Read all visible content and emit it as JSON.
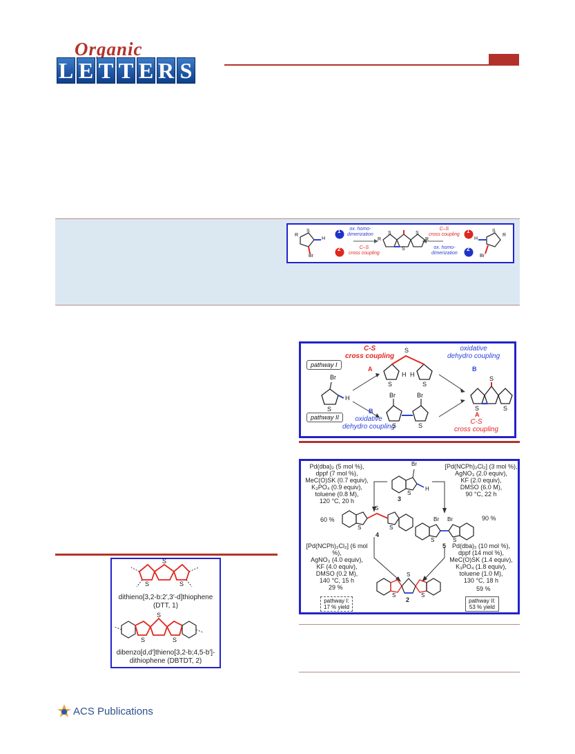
{
  "header": {
    "logo_script": "Organic",
    "logo_letters": [
      "L",
      "E",
      "T",
      "T",
      "E",
      "R",
      "S"
    ]
  },
  "toc_graphic": {
    "label_1": "1",
    "label_2": "2",
    "ox_homo": "ox. homo-",
    "dimerization": "dimerization",
    "cs": "C–S",
    "cross_coupling": "cross coupling",
    "atom_s": "S",
    "atom_h": "H",
    "atom_br": "Br",
    "atom_r": "R"
  },
  "scheme1": {
    "pathway1": "pathway I",
    "pathway2": "pathway II",
    "cs_cross": "C-S",
    "cross_coupling": "cross coupling",
    "oxidative": "oxidative",
    "dehydro_coupling": "dehydro coupling",
    "A": "A",
    "B": "B",
    "atom_br": "Br",
    "atom_s": "S",
    "atom_h": "H"
  },
  "scheme2": {
    "cond_left_top": [
      "Pd(dba)₂ (5 mol %),",
      "dppf (7 mol %),",
      "MeC(O)SK (0.7 equiv),",
      "K₃PO₄ (0.9 equiv),",
      "toluene (0.8 M),",
      "120 °C, 20 h"
    ],
    "cond_right_top": [
      "[Pd(NCPh)₂Cl₂] (3 mol %),",
      "AgNO₃ (2.0 equiv),",
      "KF (2.0 equiv),",
      "DMSO (6.0 M),",
      "90 °C, 22 h"
    ],
    "cond_left_bottom": [
      "[Pd(NCPh)₂Cl₂] (6 mol %),",
      "AgNO₃ (4.0 equiv),",
      "KF (4.0 equiv),",
      "DMSO (0.2 M),",
      "140 °C, 15 h"
    ],
    "cond_right_bottom": [
      "Pd(dba)₂ (10 mol %),",
      "dppf (14 mol %),",
      "MeC(O)SK (1.4 equiv),",
      "K₃PO₄ (1.8 equiv),",
      "toluene (1.0 M),",
      "130 °C, 18 h"
    ],
    "yield_4": "60 %",
    "yield_5": "90 %",
    "yield_2a": "29 %",
    "yield_2b": "59 %",
    "num_3": "3",
    "num_4": "4",
    "num_5": "5",
    "num_2": "2",
    "pw1_line1": "pathway I:",
    "pw1_line2": "17 % yield",
    "pw2_line1": "pathway II:",
    "pw2_line2": "53 % yield",
    "atom_br": "Br",
    "atom_s": "S",
    "atom_h": "H"
  },
  "figure1": {
    "dtt_name": "dithieno[3,2-b:2′,3′-d]thiophene",
    "dtt_abbr": "(DTT, 1)",
    "dbtdt_name": "dibenzo[d,d′]thieno[3,2-b;4,5-b′]-",
    "dbtdt_name2": "dithiophene (DBTDT, 2)",
    "atom_s": "S"
  },
  "footer": {
    "publisher": "ACS Publications"
  },
  "colors": {
    "accent": "#b2322b",
    "panel": "#dbe8f2",
    "frame": "#2222cc"
  }
}
